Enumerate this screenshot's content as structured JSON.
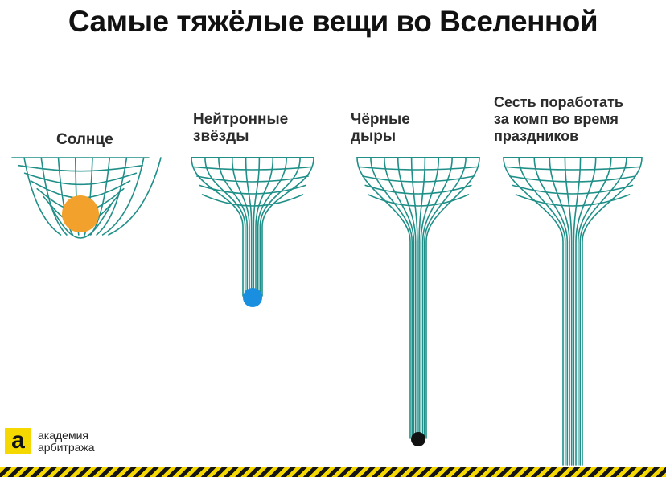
{
  "title": "Самые тяжёлые вещи во Вселенной",
  "panels": [
    {
      "id": "sun",
      "label_lines": [
        "Солнце"
      ],
      "object_color": "#f2a12c"
    },
    {
      "id": "neutron",
      "label_lines": [
        "Нейтронные",
        "звёзды"
      ],
      "object_color": "#1a8fe0"
    },
    {
      "id": "blackhole",
      "label_lines": [
        "Чёрные",
        "дыры"
      ],
      "object_color": "#111111"
    },
    {
      "id": "holidays",
      "label_lines": [
        "Сесть поработать",
        "за комп во время",
        "праздников"
      ],
      "object_color": ""
    }
  ],
  "grid_color": "#1f8f88",
  "brand": {
    "logo_letter": "а",
    "line1": "академия",
    "line2": "арбитража",
    "accent": "#f4d800"
  }
}
